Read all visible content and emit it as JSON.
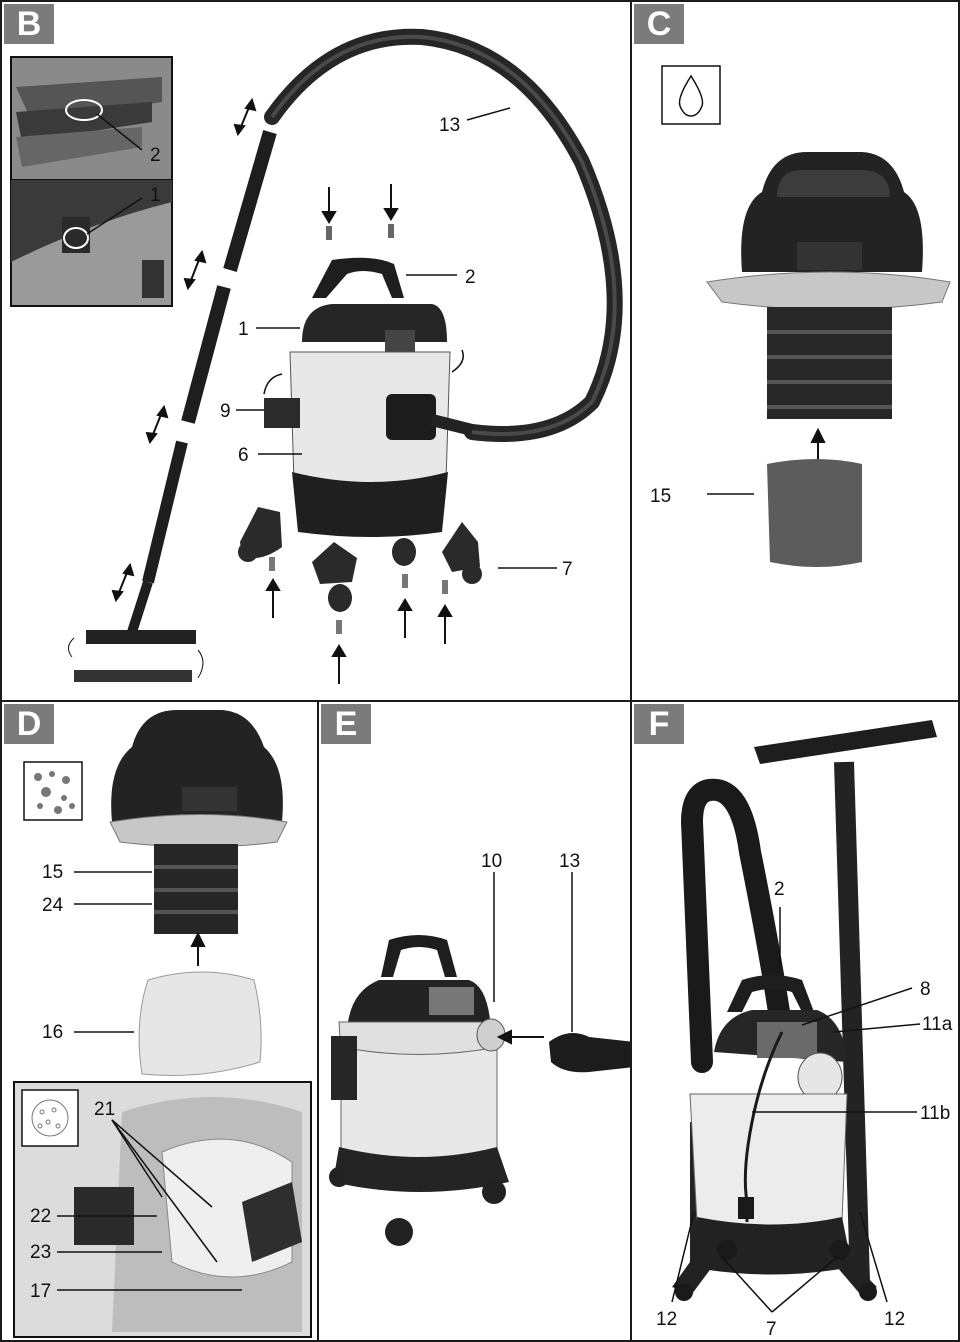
{
  "panels": {
    "b": {
      "badge": "B",
      "labels": {
        "l13": "13",
        "l2a": "2",
        "l1a": "1",
        "l2b": "2",
        "l1b": "1",
        "l9": "9",
        "l6": "6",
        "l7": "7"
      }
    },
    "c": {
      "badge": "C",
      "icon": "water-drop-icon",
      "labels": {
        "l15": "15"
      }
    },
    "d": {
      "badge": "D",
      "icons": [
        "dust-icon",
        "fine-dust-icon"
      ],
      "labels": {
        "l15": "15",
        "l24": "24",
        "l16": "16",
        "l21": "21",
        "l22": "22",
        "l23": "23",
        "l17": "17"
      }
    },
    "e": {
      "badge": "E",
      "labels": {
        "l10": "10",
        "l13": "13"
      }
    },
    "f": {
      "badge": "F",
      "labels": {
        "l2": "2",
        "l8": "8",
        "l11a": "11a",
        "l11b": "11b",
        "l12a": "12",
        "l7": "7",
        "l12b": "12"
      }
    }
  },
  "colors": {
    "border": "#1a1a1a",
    "badge": "#7b7b7b",
    "body_dark": "#2b2b2b",
    "body_light": "#e9e9e9",
    "filter": "#5a5a5a",
    "hose": "#262626"
  }
}
